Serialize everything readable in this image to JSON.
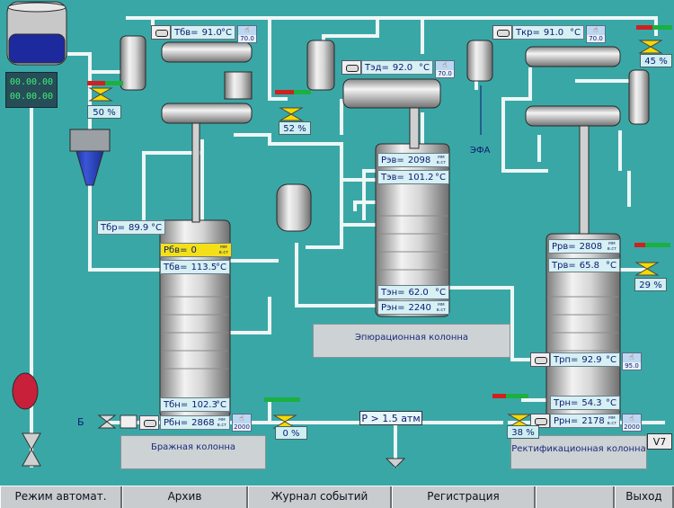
{
  "colors": {
    "background": "#3aa7a7",
    "tank_liquid": "#1d2a9e",
    "valve_yellow": "#f6d900",
    "alarm_red": "#d02020",
    "level_green": "#1bb040"
  },
  "top_left_display": {
    "line1": "00.00.00",
    "line2": "00.00.00"
  },
  "columns": {
    "brazhnaya": {
      "name": "Бражная колонна",
      "t_top": {
        "label": "Tбв",
        "value": "91.0",
        "unit": "°C",
        "setpoint": "70.0"
      },
      "t_feed": {
        "label": "Tбр",
        "value": "89.9",
        "unit": "°C"
      },
      "p_top": {
        "label": "Pбв",
        "value": "0",
        "unit_top": "мм",
        "unit_bot": "в.ст"
      },
      "t_mid": {
        "label": "Tбв",
        "value": "113.5",
        "unit": "°C"
      },
      "t_bottom": {
        "label": "Tбн",
        "value": "102.3",
        "unit": "°C"
      },
      "p_bottom": {
        "label": "Pбн",
        "value": "2868",
        "unit_top": "мм",
        "unit_bot": "в.ст",
        "setpoint": "2000"
      }
    },
    "epuratsionnaya": {
      "name": "Эпюрационная колонна",
      "t_cond": {
        "label": "Tэд",
        "value": "92.0",
        "unit": "°C",
        "setpoint": "70.0"
      },
      "p_top": {
        "label": "Pэв",
        "value": "2098",
        "unit_top": "мм",
        "unit_bot": "в.ст"
      },
      "t_top": {
        "label": "Tэв",
        "value": "101.2",
        "unit": "°C"
      },
      "t_bottom": {
        "label": "Tэн",
        "value": "62.0",
        "unit": "°C"
      },
      "p_bottom": {
        "label": "Pэн",
        "value": "2240",
        "unit_top": "мм",
        "unit_bot": "в.ст"
      }
    },
    "rektifikatsionnaya": {
      "name": "Ректификационная колонна",
      "t_cond": {
        "label": "Tкр",
        "value": "91.0",
        "unit": "°C",
        "setpoint": "70.0"
      },
      "p_top": {
        "label": "Pрв",
        "value": "2808",
        "unit_top": "мм",
        "unit_bot": "в.ст"
      },
      "t_top": {
        "label": "Tрв",
        "value": "65.8",
        "unit": "°C"
      },
      "t_mid": {
        "label": "Tрп",
        "value": "92.9",
        "unit": "°C",
        "setpoint": "95.0"
      },
      "t_bottom": {
        "label": "Tрн",
        "value": "54.3",
        "unit": "°C"
      },
      "p_bottom": {
        "label": "Pрн",
        "value": "2178",
        "unit_top": "мм",
        "unit_bot": "в.ст",
        "setpoint": "2000"
      }
    }
  },
  "valves": {
    "v1": {
      "percent": "50 %",
      "level": 0.5
    },
    "v2": {
      "percent": "52 %",
      "level": 0.52
    },
    "v3": {
      "percent": "45 %",
      "level": 0.45
    },
    "v4": {
      "percent": "29 %",
      "level": 0.29
    },
    "v5": {
      "percent": "0 %",
      "level": 0.0
    },
    "v6": {
      "percent": "38 %",
      "level": 0.38
    }
  },
  "labels": {
    "efa": "ЭФА",
    "b_inlet": "Б",
    "pressure": "P > 1.5 атм",
    "v7": "V7"
  },
  "bottom_bar": [
    "Режим автомат.",
    "Архив",
    "Журнал событий",
    "Регистрация",
    "",
    "Выход"
  ]
}
